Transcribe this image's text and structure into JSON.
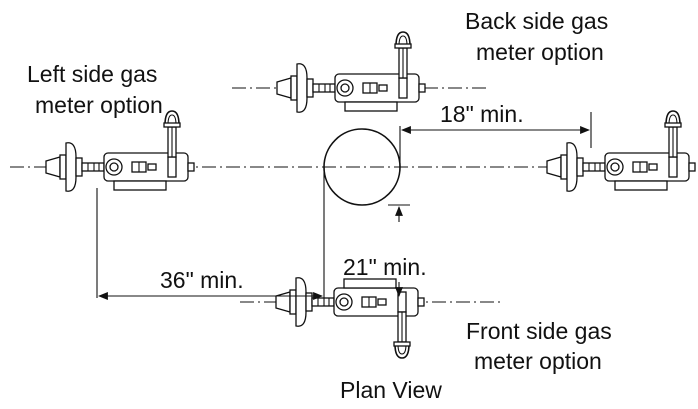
{
  "labels": {
    "back_line1": "Back side gas",
    "back_line2": "meter option",
    "left_line1": "Left side gas",
    "left_line2": "meter option",
    "dim_18": "18\" min.",
    "dim_36": "36\" min.",
    "dim_21": "21\" min.",
    "front_line1": "Front side gas",
    "front_line2": "meter option",
    "caption": "Plan View"
  },
  "colors": {
    "ink": "#111111",
    "background": "#ffffff"
  }
}
